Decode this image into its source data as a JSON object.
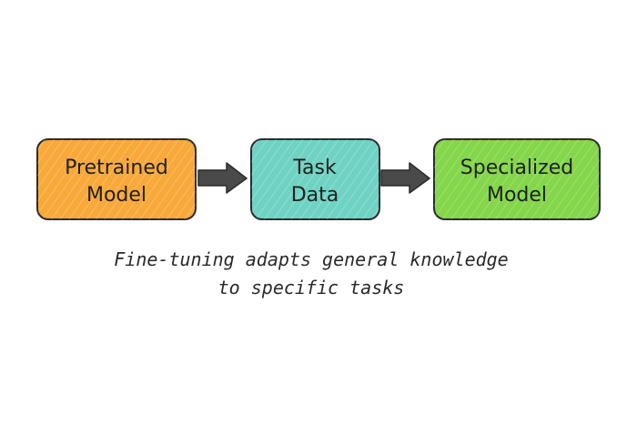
{
  "steps": [
    {
      "line1": "Pretrained",
      "line2": "Model",
      "color": "#F9A93A"
    },
    {
      "line1": "Task",
      "line2": "Data",
      "color": "#6FD3C4"
    },
    {
      "line1": "Specialized",
      "line2": "Model",
      "color": "#84D64A"
    }
  ],
  "caption": {
    "line1": "Fine-tuning adapts general knowledge",
    "line2": "to specific tasks"
  },
  "colors": {
    "arrow": "#4a4a4a",
    "outline": "#2b2b2b"
  }
}
